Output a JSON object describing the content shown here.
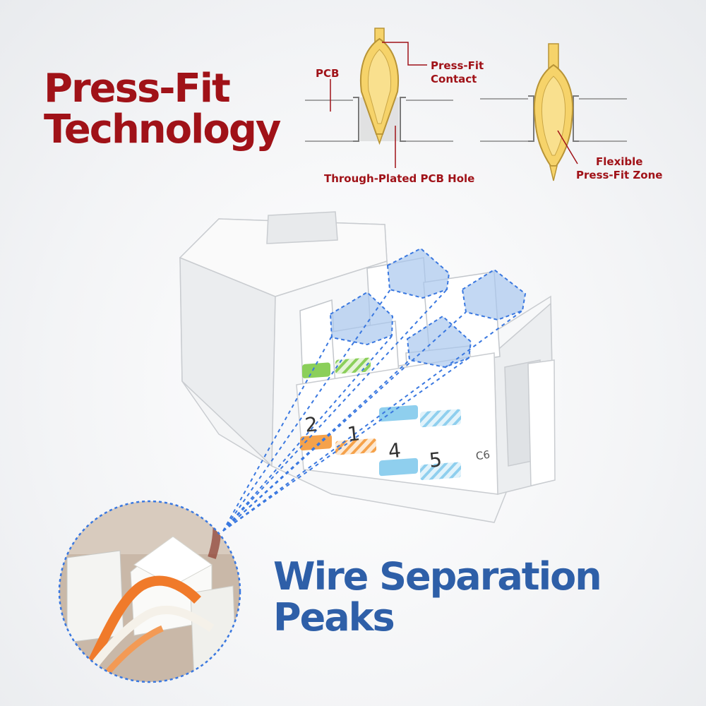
{
  "headline_press_fit": [
    "Press-Fit",
    "Technology"
  ],
  "headline_wire": [
    "Wire Separation",
    "Peaks"
  ],
  "labels": {
    "pcb": "PCB",
    "press_fit_contact": [
      "Press-Fit",
      "Contact"
    ],
    "through_plated_hole": "Through-Plated PCB Hole",
    "flexible_zone": [
      "Flexible",
      "Press-Fit Zone"
    ]
  },
  "jack_markings": {
    "numbers": [
      "2",
      "1",
      "4",
      "5"
    ],
    "category": "C6"
  },
  "colors": {
    "red": "#a01218",
    "blue": "#2e5fa8",
    "dashed_blue": "#3a78e0",
    "contact_gold": "#f6d36a",
    "green": "#8bcf5a",
    "orange": "#f5a24b",
    "light_blue": "#8fcfee"
  }
}
